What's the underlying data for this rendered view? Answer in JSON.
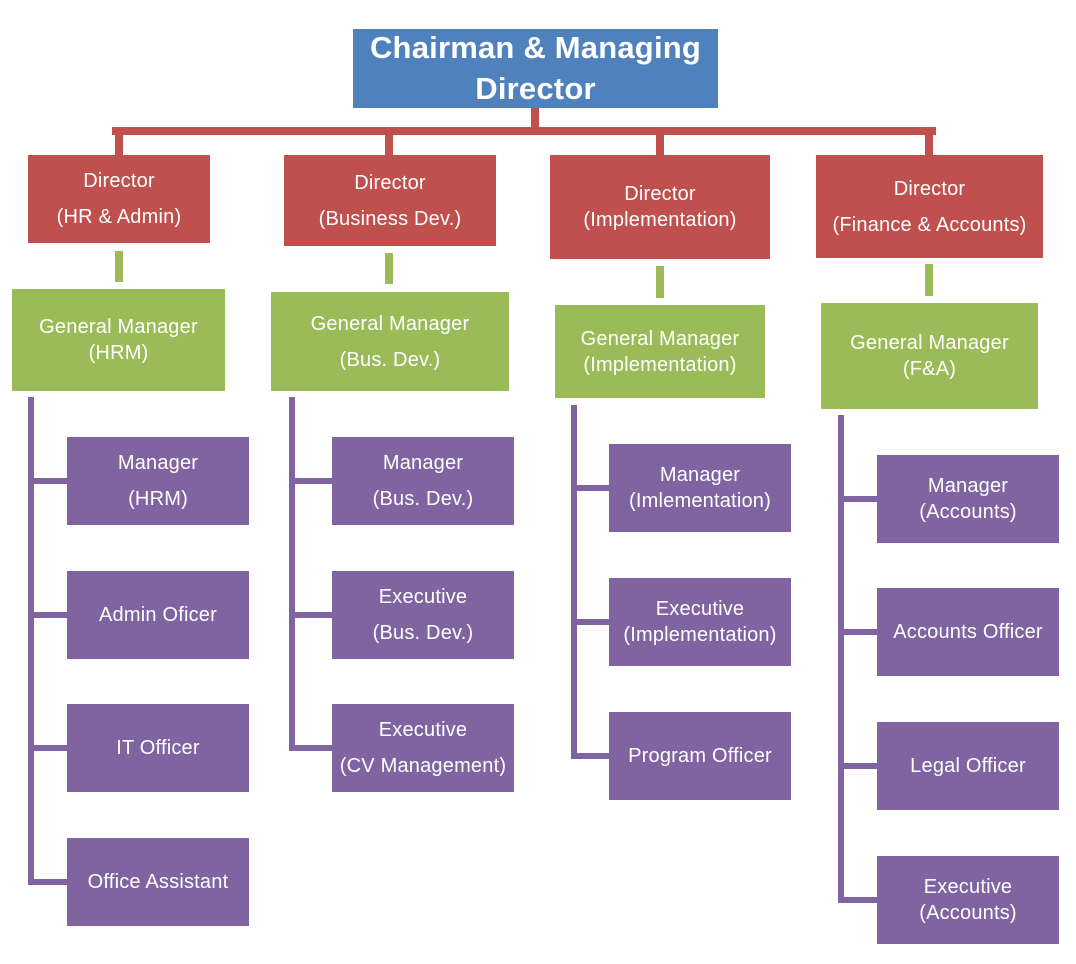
{
  "colors": {
    "root": "#4f81bd",
    "director": "#c0504d",
    "general_manager": "#9bbb59",
    "staff": "#8064a2"
  },
  "root": {
    "lines": [
      "Chairman & Managing",
      "Director"
    ]
  },
  "departments": [
    {
      "director": [
        "Director",
        "(HR & Admin)"
      ],
      "gm": [
        "General Manager",
        "(HRM)"
      ],
      "staff": [
        [
          "Manager",
          "(HRM)"
        ],
        [
          "Admin Oficer"
        ],
        [
          "IT Officer"
        ],
        [
          "Office Assistant"
        ]
      ]
    },
    {
      "director": [
        "Director",
        "(Business Dev.)"
      ],
      "gm": [
        "General Manager",
        "(Bus. Dev.)"
      ],
      "staff": [
        [
          "Manager",
          "(Bus. Dev.)"
        ],
        [
          "Executive",
          "(Bus. Dev.)"
        ],
        [
          "Executive",
          "(CV Management)"
        ]
      ]
    },
    {
      "director": [
        "Director",
        "(Implementation)"
      ],
      "gm": [
        "General Manager",
        "(Implementation)"
      ],
      "staff": [
        [
          "Manager",
          "(Imlementation)"
        ],
        [
          "Executive",
          "(Implementation)"
        ],
        [
          "Program Officer"
        ]
      ]
    },
    {
      "director": [
        "Director",
        "(Finance & Accounts)"
      ],
      "gm": [
        "General Manager",
        "(F&A)"
      ],
      "staff": [
        [
          "Manager",
          "(Accounts)"
        ],
        [
          "Accounts Officer"
        ],
        [
          "Legal Officer"
        ],
        [
          "Executive",
          "(Accounts)"
        ]
      ]
    }
  ]
}
